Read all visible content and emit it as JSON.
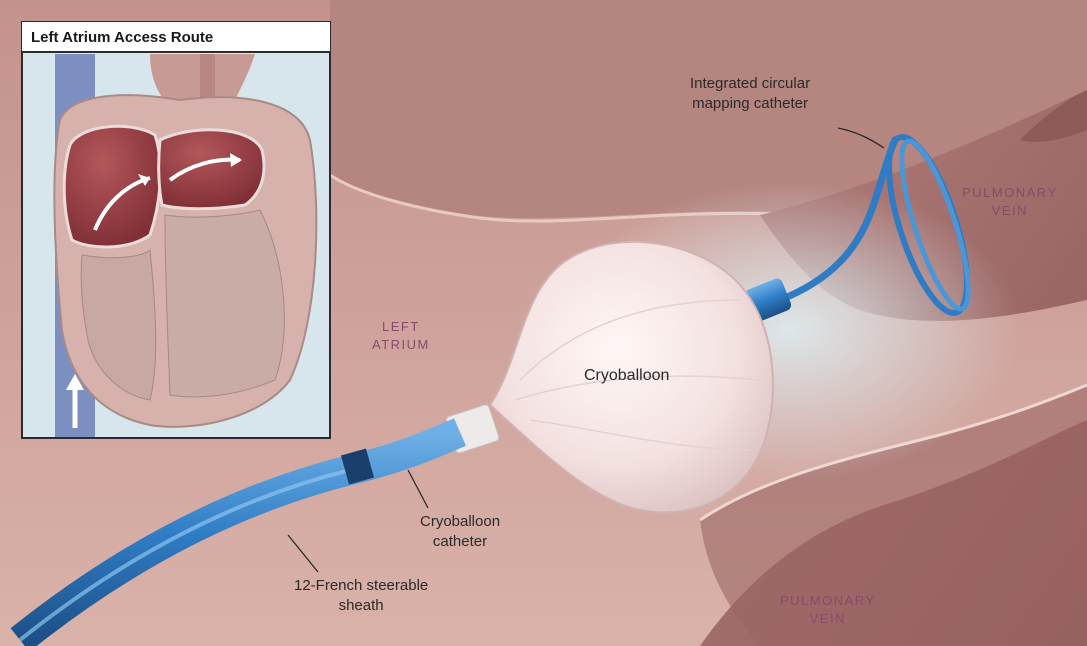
{
  "inset": {
    "title": "Left Atrium Access Route"
  },
  "labels": {
    "mapping_catheter": "Integrated circular\nmapping catheter",
    "cryoballoon": "Cryoballoon",
    "cryoballoon_catheter": "Cryoballoon\ncatheter",
    "sheath": "12-French steerable\nsheath"
  },
  "regions": {
    "left_atrium": "LEFT\nATRIUM",
    "pulmonary_vein_upper": "PULMONARY\nVEIN",
    "pulmonary_vein_lower": "PULMONARY\nVEIN"
  },
  "colors": {
    "tissue": "#c99a93",
    "vein_interior": "#a86f6c",
    "catheter_blue": "#2f7cc4",
    "balloon": "#f4e4e4",
    "region_text": "#8a4a6c"
  }
}
